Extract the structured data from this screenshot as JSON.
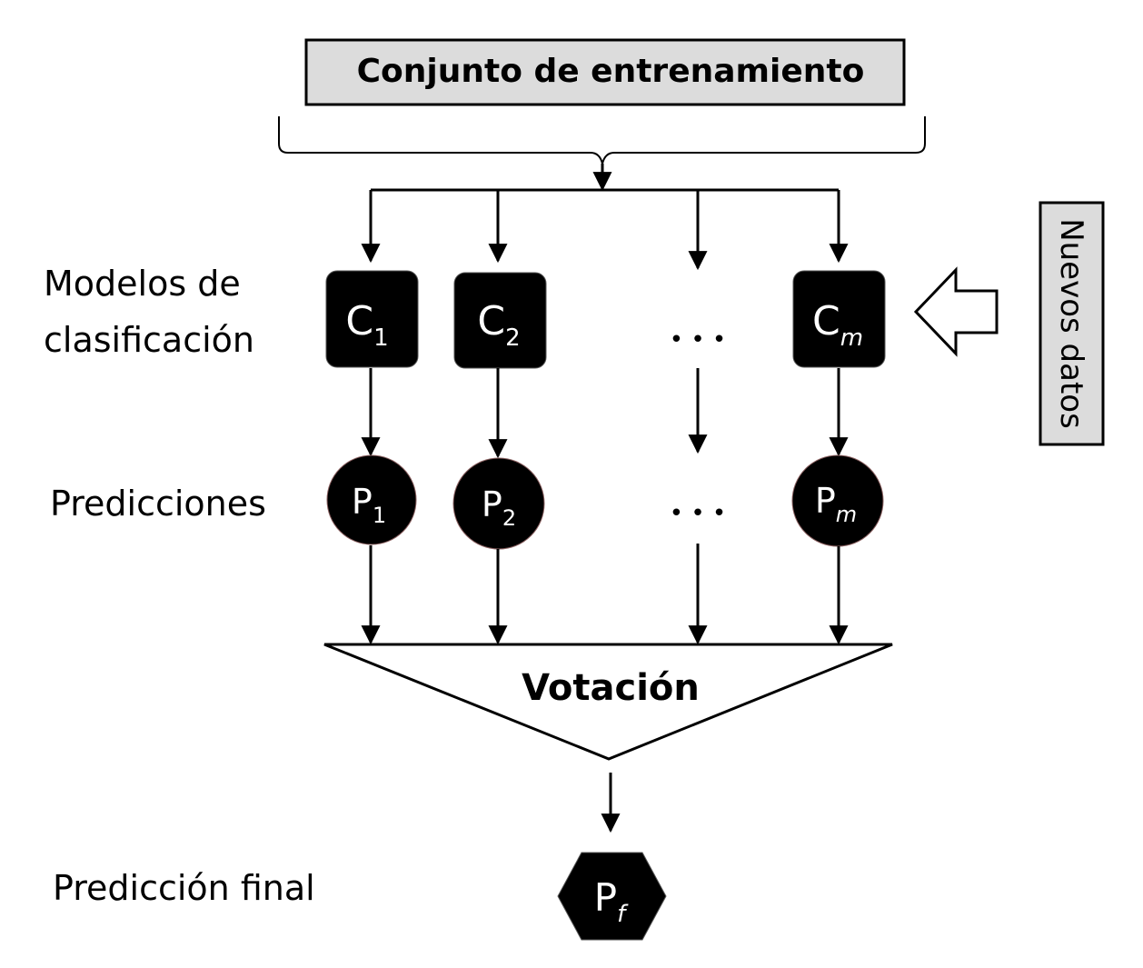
{
  "training_set": {
    "label": "Conjunto de entrenamiento"
  },
  "new_data": {
    "label": "Nuevos datos"
  },
  "rows": {
    "models": {
      "line1": "Modelos de",
      "line2": "clasificación"
    },
    "predictions": {
      "label": "Predicciones"
    },
    "final": {
      "label": "Predicción final"
    }
  },
  "classifiers": [
    {
      "letter": "C",
      "sub": "1"
    },
    {
      "letter": "C",
      "sub": "2"
    },
    {
      "letter": "C",
      "sub": "m"
    }
  ],
  "predictions": [
    {
      "letter": "P",
      "sub": "1"
    },
    {
      "letter": "P",
      "sub": "2"
    },
    {
      "letter": "P",
      "sub": "m"
    }
  ],
  "ellipsis": "• • •",
  "voting": {
    "label": "Votación"
  },
  "final_prediction": {
    "letter": "P",
    "sub": "f"
  },
  "colors": {
    "node_fill": "#000000",
    "box_fill": "#dcdcdc",
    "stroke": "#000000"
  }
}
